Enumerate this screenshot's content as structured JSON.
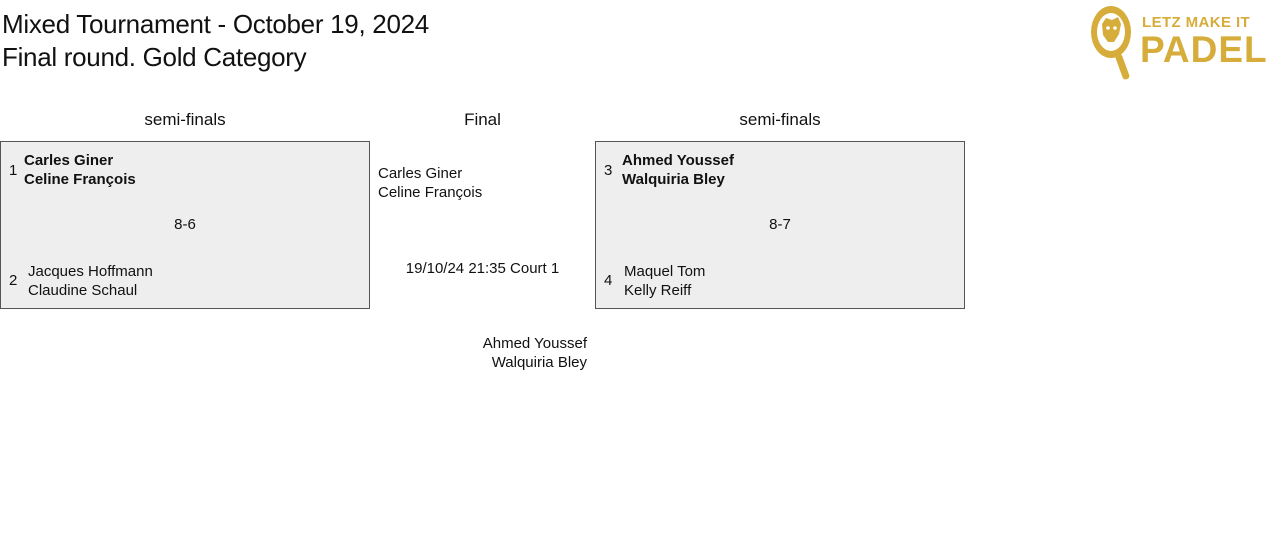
{
  "header": {
    "title_line1": "Mixed Tournament - October 19, 2024",
    "title_line2": "Final round. Gold Category"
  },
  "logo": {
    "line1": "LETZ MAKE IT",
    "line2": "PADEL",
    "icon": "lion-padel-racket-icon",
    "color": "#d6ad3b"
  },
  "rounds": {
    "left_label": "semi-finals",
    "final_label": "Final",
    "right_label": "semi-finals"
  },
  "semifinal_left": {
    "score": "8-6",
    "top": {
      "seed": "1",
      "player1": "Carles Giner",
      "player2": "Celine François",
      "winner": true
    },
    "bottom": {
      "seed": "2",
      "player1": "Jacques Hoffmann",
      "player2": "Claudine Schaul",
      "winner": false
    }
  },
  "semifinal_right": {
    "score": "8-7",
    "top": {
      "seed": "3",
      "player1": "Ahmed Youssef",
      "player2": "Walquiria Bley",
      "winner": true
    },
    "bottom": {
      "seed": "4",
      "player1": "Maquel Tom",
      "player2": "Kelly Reiff",
      "winner": false
    }
  },
  "final": {
    "team_top": {
      "player1": "Carles Giner",
      "player2": "Celine François"
    },
    "schedule": "19/10/24 21:35 Court 1",
    "team_bottom": {
      "player1": "Ahmed Youssef",
      "player2": "Walquiria Bley"
    }
  },
  "colors": {
    "box_background": "#eeeeee",
    "box_border": "#555555"
  }
}
